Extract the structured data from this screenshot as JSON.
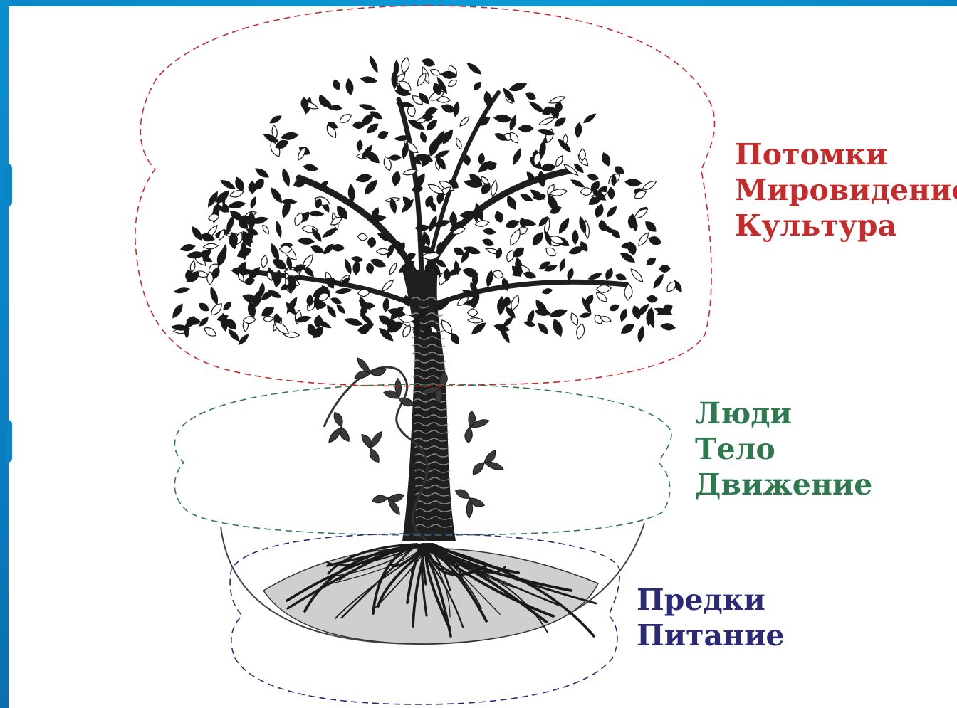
{
  "colors": {
    "frame": "#0a86c7",
    "top": "#c62a2a",
    "middle": "#2e7a4e",
    "bottom": "#2a2a78",
    "ink": "#1a1a1a"
  },
  "groups": {
    "top": {
      "lines": [
        "Потомки",
        "Мировидение",
        "Культура"
      ]
    },
    "middle": {
      "lines": [
        "Люди",
        "Тело",
        "Движение"
      ]
    },
    "bottom": {
      "lines": [
        "Предки",
        "Питание"
      ]
    }
  },
  "icons": {
    "tree": "tree-illustration",
    "roots": "roots-icon"
  }
}
